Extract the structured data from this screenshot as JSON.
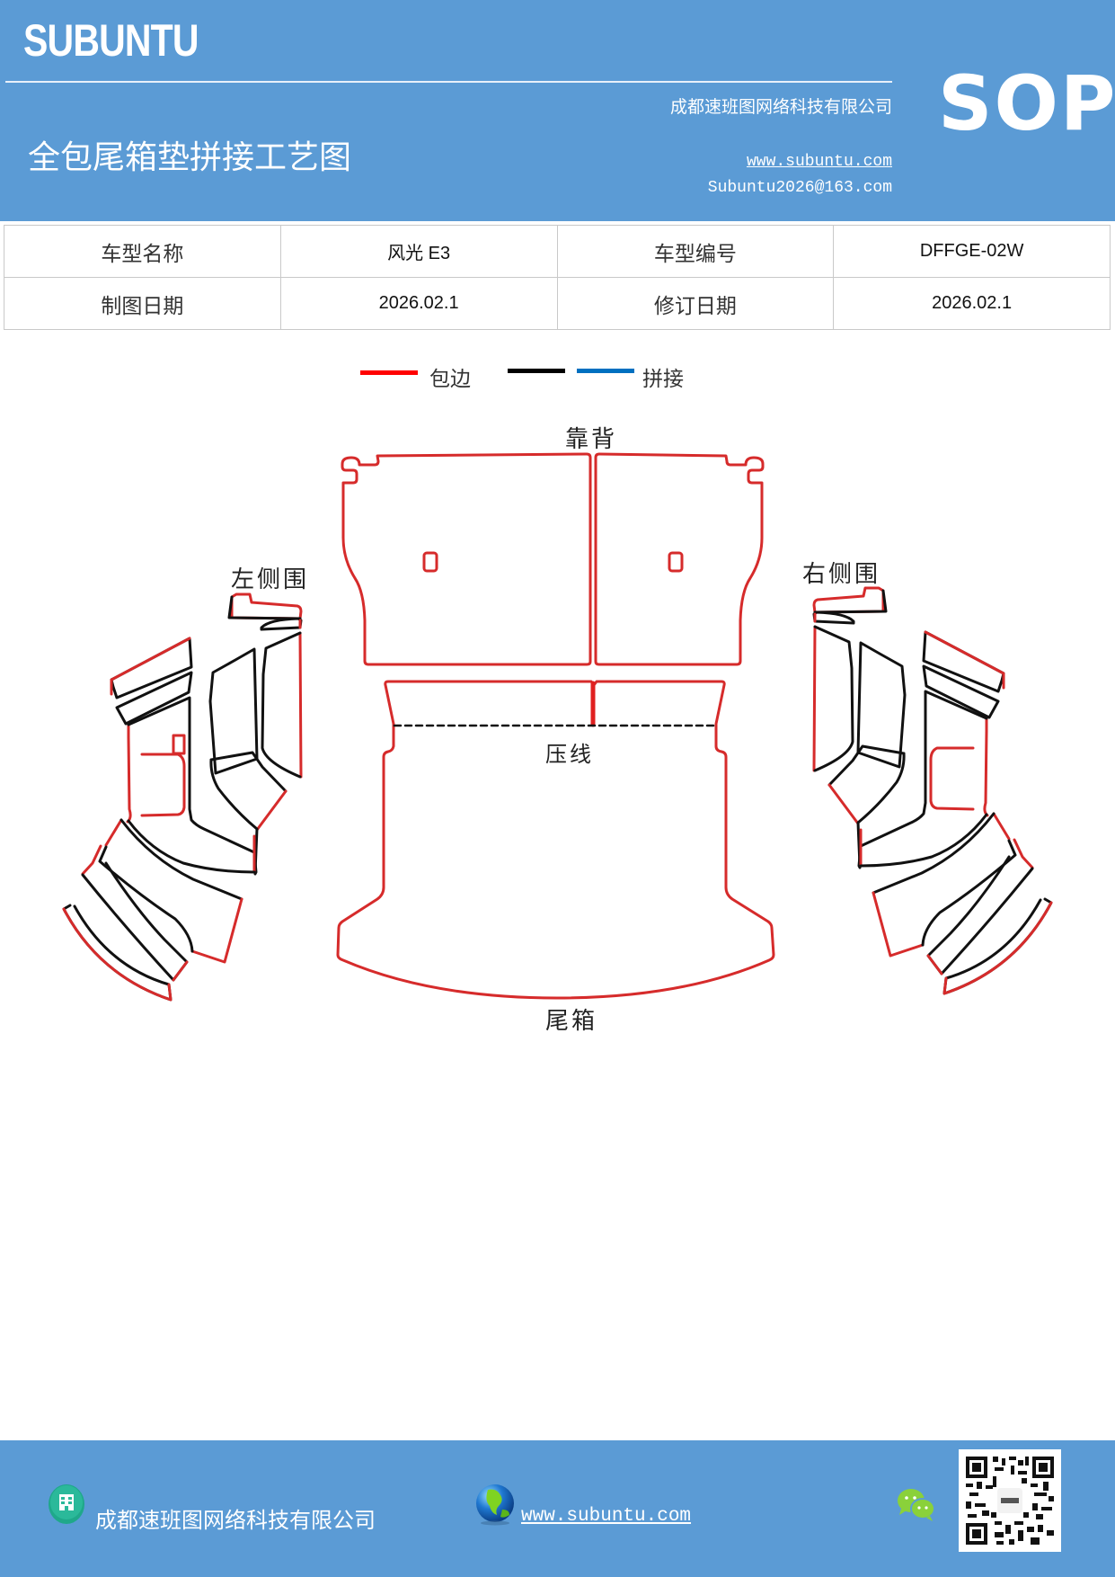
{
  "header": {
    "brand": "SUBUNTU",
    "company": "成都速班图网络科技有限公司",
    "title": "全包尾箱垫拼接工艺图",
    "website": "www.subuntu.com",
    "email": "Subuntu2026@163.com",
    "badge": "SOP",
    "background_color": "#5b9bd5"
  },
  "info_table": {
    "rows": [
      [
        {
          "label": "车型名称",
          "value": "风光 E3"
        },
        {
          "label": "车型编号",
          "value": "DFFGE-02W"
        }
      ],
      [
        {
          "label": "制图日期",
          "value": "2026.02.1"
        },
        {
          "label": "修订日期",
          "value": "2026.02.1"
        }
      ]
    ]
  },
  "legend": {
    "items": [
      {
        "color": "#ff0000",
        "label": "包边"
      },
      {
        "color": "#000000",
        "label": ""
      },
      {
        "color": "#0070c0",
        "label": "拼接"
      }
    ]
  },
  "diagram": {
    "edge_color": "#d62b2b",
    "seam_color": "#111111",
    "labels": {
      "backrest": "靠背",
      "left_side": "左侧围",
      "right_side": "右侧围",
      "press_line": "压线",
      "trunk": "尾箱"
    }
  },
  "footer": {
    "company": "成都速班图网络科技有限公司",
    "website": "www.subuntu.com",
    "icons": [
      "building-icon",
      "globe-icon",
      "wechat-icon",
      "qr-code"
    ]
  }
}
